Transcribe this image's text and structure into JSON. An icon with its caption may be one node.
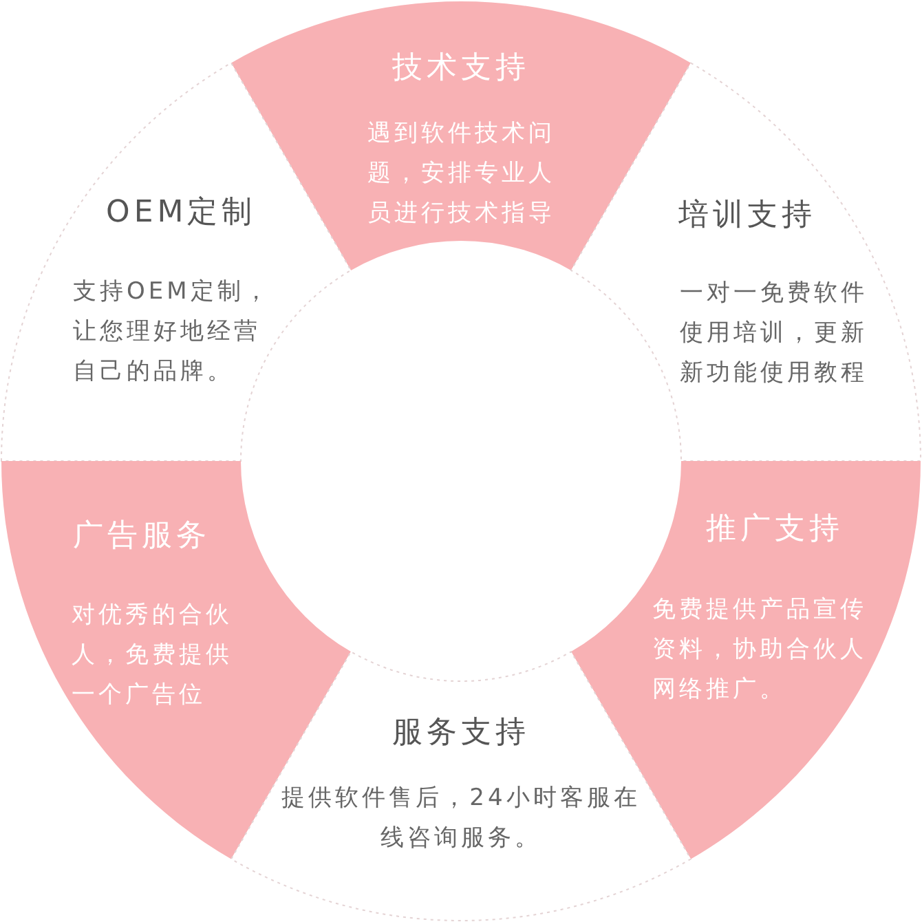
{
  "diagram": {
    "nodes": [
      {
        "text": [
          "技术支持",
          "遇到软件技术问题，安排专业人员进行技术指导"
        ]
      },
      {
        "text": [
          "OEM定制",
          "支持OEM定制，让您理好地经营自己的品牌。"
        ]
      },
      {
        "text": [
          "培训支持",
          "一对一免费软件使用培训，更新新功能使用教程"
        ]
      },
      {
        "text": [
          "广告服务",
          "对优秀的合伙人，免费提供一个广告位"
        ]
      },
      {
        "text": [
          "推广支持",
          "免费提供产品宣传资料，协助合伙人网络推广。"
        ]
      },
      {
        "text": [
          "服务支持",
          "提供软件售后，24小时客服在线咨询服务。"
        ]
      }
    ]
  }
}
